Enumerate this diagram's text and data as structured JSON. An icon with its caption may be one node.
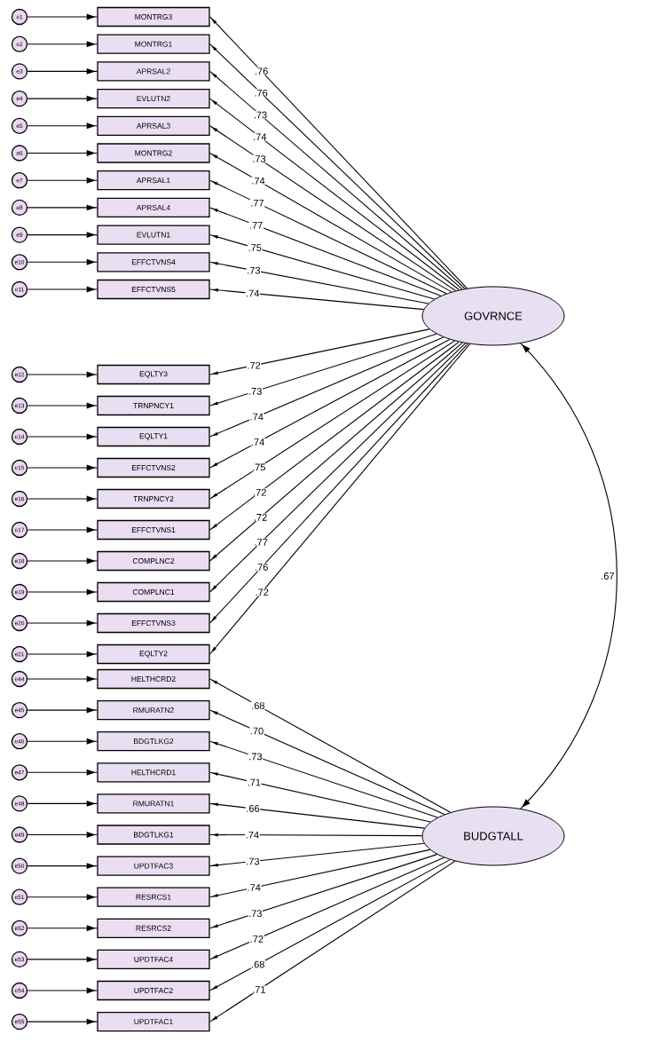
{
  "diagram": {
    "nodes": [
      {
        "text": [
          "GOVRNCE"
        ]
      },
      {
        "text": [
          "BUDGTALL"
        ]
      },
      {
        "text": [
          "e1"
        ]
      },
      {
        "text": [
          "MONTRG3"
        ]
      },
      {
        "text": [
          "e2"
        ]
      },
      {
        "text": [
          "MONTRG1"
        ]
      },
      {
        "text": [
          "e3"
        ]
      },
      {
        "text": [
          "APRSAL2"
        ]
      },
      {
        "text": [
          "e4"
        ]
      },
      {
        "text": [
          "EVLUTN2"
        ]
      },
      {
        "text": [
          "e5"
        ]
      },
      {
        "text": [
          "APRSAL3"
        ]
      },
      {
        "text": [
          "e6"
        ]
      },
      {
        "text": [
          "MONTRG2"
        ]
      },
      {
        "text": [
          "e7"
        ]
      },
      {
        "text": [
          "APRSAL1"
        ]
      },
      {
        "text": [
          "e8"
        ]
      },
      {
        "text": [
          "APRSAL4"
        ]
      },
      {
        "text": [
          "e9"
        ]
      },
      {
        "text": [
          "EVLUTN1"
        ]
      },
      {
        "text": [
          "e10"
        ]
      },
      {
        "text": [
          "EFFCTVNS4"
        ]
      },
      {
        "text": [
          "e11"
        ]
      },
      {
        "text": [
          "EFFCTVNS5"
        ]
      },
      {
        "text": [
          "e12"
        ]
      },
      {
        "text": [
          "EQLTY3"
        ]
      },
      {
        "text": [
          "e13"
        ]
      },
      {
        "text": [
          "TRNPNCY1"
        ]
      },
      {
        "text": [
          "e14"
        ]
      },
      {
        "text": [
          "EQLTY1"
        ]
      },
      {
        "text": [
          "e15"
        ]
      },
      {
        "text": [
          "EFFCTVNS2"
        ]
      },
      {
        "text": [
          "e16"
        ]
      },
      {
        "text": [
          "TRNPNCY2"
        ]
      },
      {
        "text": [
          "e17"
        ]
      },
      {
        "text": [
          "EFFCTVNS1"
        ]
      },
      {
        "text": [
          "e18"
        ]
      },
      {
        "text": [
          "COMPLNC2"
        ]
      },
      {
        "text": [
          "e19"
        ]
      },
      {
        "text": [
          "COMPLNC1"
        ]
      },
      {
        "text": [
          "e20"
        ]
      },
      {
        "text": [
          "EFFCTVNS3"
        ]
      },
      {
        "text": [
          "e21"
        ]
      },
      {
        "text": [
          "EQLTY2"
        ]
      },
      {
        "text": [
          "e44"
        ]
      },
      {
        "text": [
          "HELTHCRD2"
        ]
      },
      {
        "text": [
          "e45"
        ]
      },
      {
        "text": [
          "RMURATN2"
        ]
      },
      {
        "text": [
          "e46"
        ]
      },
      {
        "text": [
          "BDGTLKG2"
        ]
      },
      {
        "text": [
          "e47"
        ]
      },
      {
        "text": [
          "HELTHCRD1"
        ]
      },
      {
        "text": [
          "e48"
        ]
      },
      {
        "text": [
          "RMURATN1"
        ]
      },
      {
        "text": [
          "e49"
        ]
      },
      {
        "text": [
          "BDGTLKG1"
        ]
      },
      {
        "text": [
          "e50"
        ]
      },
      {
        "text": [
          "UPDTFAC3"
        ]
      },
      {
        "text": [
          "e51"
        ]
      },
      {
        "text": [
          "RESRCS1"
        ]
      },
      {
        "text": [
          "e52"
        ]
      },
      {
        "text": [
          "RESRCS2"
        ]
      },
      {
        "text": [
          "e53"
        ]
      },
      {
        "text": [
          "UPDTFAC4"
        ]
      },
      {
        "text": [
          "e54"
        ]
      },
      {
        "text": [
          "UPDTFAC2"
        ]
      },
      {
        "text": [
          "e55"
        ]
      },
      {
        "text": [
          "UPDTFAC1"
        ]
      }
    ],
    "edges": [
      {
        "from": 2,
        "to": 3,
        "arrow": "to"
      },
      {
        "from": 4,
        "to": 5,
        "arrow": "to"
      },
      {
        "from": 6,
        "to": 7,
        "arrow": "to"
      },
      {
        "from": 8,
        "to": 9,
        "arrow": "to"
      },
      {
        "from": 10,
        "to": 11,
        "arrow": "to"
      },
      {
        "from": 12,
        "to": 13,
        "arrow": "to"
      },
      {
        "from": 14,
        "to": 15,
        "arrow": "to"
      },
      {
        "from": 16,
        "to": 17,
        "arrow": "to"
      },
      {
        "from": 18,
        "to": 19,
        "arrow": "to"
      },
      {
        "from": 20,
        "to": 21,
        "arrow": "to"
      },
      {
        "from": 22,
        "to": 23,
        "arrow": "to"
      },
      {
        "from": 24,
        "to": 25,
        "arrow": "to"
      },
      {
        "from": 26,
        "to": 27,
        "arrow": "to"
      },
      {
        "from": 28,
        "to": 29,
        "arrow": "to"
      },
      {
        "from": 30,
        "to": 31,
        "arrow": "to"
      },
      {
        "from": 32,
        "to": 33,
        "arrow": "to"
      },
      {
        "from": 34,
        "to": 35,
        "arrow": "to"
      },
      {
        "from": 36,
        "to": 37,
        "arrow": "to"
      },
      {
        "from": 38,
        "to": 39,
        "arrow": "to"
      },
      {
        "from": 40,
        "to": 41,
        "arrow": "to"
      },
      {
        "from": 42,
        "to": 43,
        "arrow": "to"
      },
      {
        "from": 44,
        "to": 45,
        "arrow": "to"
      },
      {
        "from": 46,
        "to": 47,
        "arrow": "to"
      },
      {
        "from": 48,
        "to": 49,
        "arrow": "to"
      },
      {
        "from": 50,
        "to": 51,
        "arrow": "to"
      },
      {
        "from": 52,
        "to": 53,
        "arrow": "to"
      },
      {
        "from": 54,
        "to": 55,
        "arrow": "to"
      },
      {
        "from": 56,
        "to": 57,
        "arrow": "to"
      },
      {
        "from": 58,
        "to": 59,
        "arrow": "to"
      },
      {
        "from": 60,
        "to": 61,
        "arrow": "to"
      },
      {
        "from": 62,
        "to": 63,
        "arrow": "to"
      },
      {
        "from": 64,
        "to": 65,
        "arrow": "to"
      },
      {
        "from": 66,
        "to": 67,
        "arrow": "to"
      },
      {
        "from": 0,
        "to": 3,
        "arrow": "to",
        "label": ".76"
      },
      {
        "from": 0,
        "to": 5,
        "arrow": "to",
        "label": ".76"
      },
      {
        "from": 0,
        "to": 7,
        "arrow": "to",
        "label": ".73"
      },
      {
        "from": 0,
        "to": 9,
        "arrow": "to",
        "label": ".74"
      },
      {
        "from": 0,
        "to": 11,
        "arrow": "to",
        "label": ".73"
      },
      {
        "from": 0,
        "to": 13,
        "arrow": "to",
        "label": ".74"
      },
      {
        "from": 0,
        "to": 15,
        "arrow": "to",
        "label": ".77"
      },
      {
        "from": 0,
        "to": 17,
        "arrow": "to",
        "label": ".77"
      },
      {
        "from": 0,
        "to": 19,
        "arrow": "to",
        "label": ".75"
      },
      {
        "from": 0,
        "to": 21,
        "arrow": "to",
        "label": ".73"
      },
      {
        "from": 0,
        "to": 23,
        "arrow": "to",
        "label": ".74"
      },
      {
        "from": 0,
        "to": 25,
        "arrow": "to",
        "label": ".72"
      },
      {
        "from": 0,
        "to": 27,
        "arrow": "to",
        "label": ".73"
      },
      {
        "from": 0,
        "to": 29,
        "arrow": "to",
        "label": ".74"
      },
      {
        "from": 0,
        "to": 31,
        "arrow": "to",
        "label": ".74"
      },
      {
        "from": 0,
        "to": 33,
        "arrow": "to",
        "label": ".75"
      },
      {
        "from": 0,
        "to": 35,
        "arrow": "to",
        "label": ".72"
      },
      {
        "from": 0,
        "to": 37,
        "arrow": "to",
        "label": ".72"
      },
      {
        "from": 0,
        "to": 39,
        "arrow": "to",
        "label": ".77"
      },
      {
        "from": 0,
        "to": 41,
        "arrow": "to",
        "label": ".76"
      },
      {
        "from": 0,
        "to": 43,
        "arrow": "to",
        "label": ".72"
      },
      {
        "from": 1,
        "to": 45,
        "arrow": "to",
        "label": ".68"
      },
      {
        "from": 1,
        "to": 47,
        "arrow": "to",
        "label": ".70"
      },
      {
        "from": 1,
        "to": 49,
        "arrow": "to",
        "label": ".73"
      },
      {
        "from": 1,
        "to": 51,
        "arrow": "to",
        "label": ".71"
      },
      {
        "from": 1,
        "to": 53,
        "arrow": "to",
        "label": ".66"
      },
      {
        "from": 1,
        "to": 55,
        "arrow": "to",
        "label": ".74"
      },
      {
        "from": 1,
        "to": 57,
        "arrow": "to",
        "label": ".73"
      },
      {
        "from": 1,
        "to": 59,
        "arrow": "to",
        "label": ".74"
      },
      {
        "from": 1,
        "to": 61,
        "arrow": "to",
        "label": ".73"
      },
      {
        "from": 1,
        "to": 63,
        "arrow": "to",
        "label": ".72"
      },
      {
        "from": 1,
        "to": 65,
        "arrow": "to",
        "label": ".68"
      },
      {
        "from": 1,
        "to": 67,
        "arrow": "to",
        "label": ".71"
      },
      {
        "from": 0,
        "to": 1,
        "arrow": "both",
        "label": ".67"
      }
    ]
  }
}
